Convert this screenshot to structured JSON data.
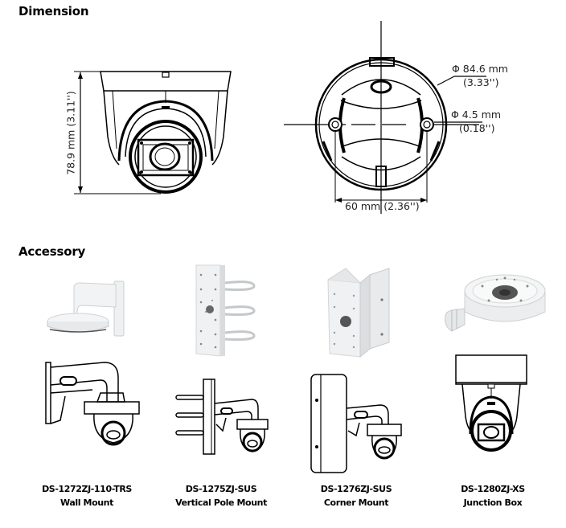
{
  "sections": {
    "dimension_title": "Dimension",
    "accessory_title": "Accessory"
  },
  "dimensions": {
    "height": "78.9 mm (3.11'')",
    "outer_diameter": "Φ 84.6 mm",
    "outer_diameter_in": "(3.33'')",
    "hole_diameter": "Φ 4.5 mm",
    "hole_diameter_in": "(0.18'')",
    "hole_spacing": "60 mm (2.36'')"
  },
  "accessories": [
    {
      "model": "DS-1272ZJ-110-TRS",
      "name": "Wall Mount"
    },
    {
      "model": "DS-1275ZJ-SUS",
      "name": "Vertical Pole Mount"
    },
    {
      "model": "DS-1276ZJ-SUS",
      "name": "Corner Mount"
    },
    {
      "model": "DS-1280ZJ-XS",
      "name": "Junction Box"
    }
  ]
}
